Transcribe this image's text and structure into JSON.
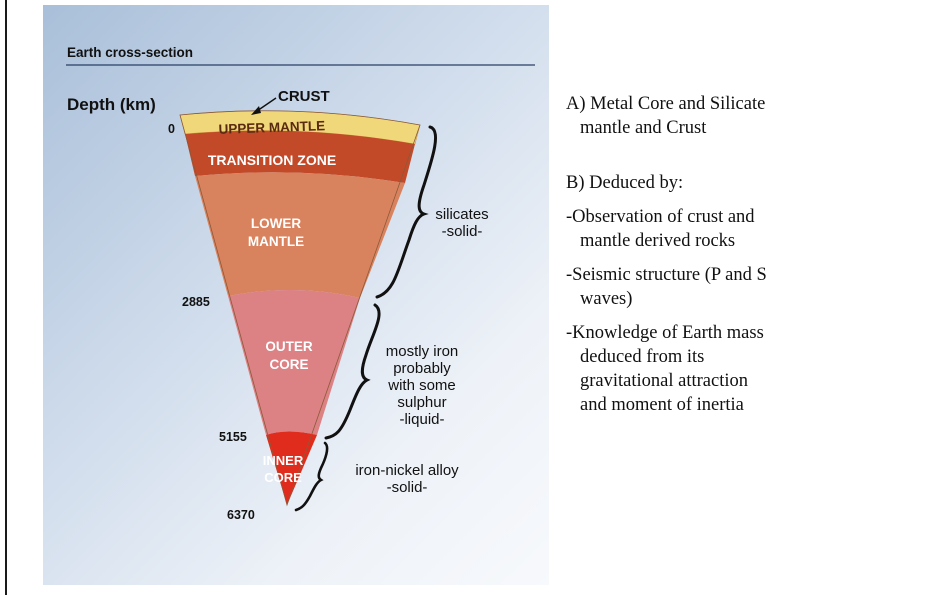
{
  "figure": {
    "title": "Earth cross-section",
    "depth_axis_label": "Depth (km)",
    "crust_label": "CRUST",
    "depths": {
      "top": "0",
      "core_mantle": "2885",
      "inner_core": "5155",
      "center": "6370"
    },
    "layers": {
      "upper_mantle": "UPPER MANTLE",
      "transition_zone": "TRANSITION ZONE",
      "lower_mantle_line1": "LOWER",
      "lower_mantle_line2": "MANTLE",
      "outer_core_line1": "OUTER",
      "outer_core_line2": "CORE",
      "inner_core_line1": "INNER",
      "inner_core_line2": "CORE"
    },
    "annotations": {
      "silicates_line1": "silicates",
      "silicates_line2": "-solid-",
      "iron_line1": "mostly iron",
      "iron_line2": "probably",
      "iron_line3": "with some",
      "iron_line4": "sulphur",
      "iron_line5": "-liquid-",
      "alloy_line1": "iron-nickel alloy",
      "alloy_line2": "-solid-"
    },
    "colors": {
      "crust": "#f0d77a",
      "transition_zone": "#c24a28",
      "lower_mantle": "#d9825e",
      "outer_core": "#dc8184",
      "inner_core": "#e02c1c"
    }
  },
  "notes": {
    "a_line1": "A) Metal Core and Silicate",
    "a_line2": "mantle and Crust",
    "b_heading": "B) Deduced by:",
    "b_item1_line1": "-Observation of crust and",
    "b_item1_line2": "mantle derived rocks",
    "b_item2_line1": "-Seismic structure (P and S",
    "b_item2_line2": "waves)",
    "b_item3_line1": "-Knowledge of Earth mass",
    "b_item3_line2": "deduced from its",
    "b_item3_line3": "gravitational  attraction",
    "b_item3_line4": "and moment of inertia"
  }
}
